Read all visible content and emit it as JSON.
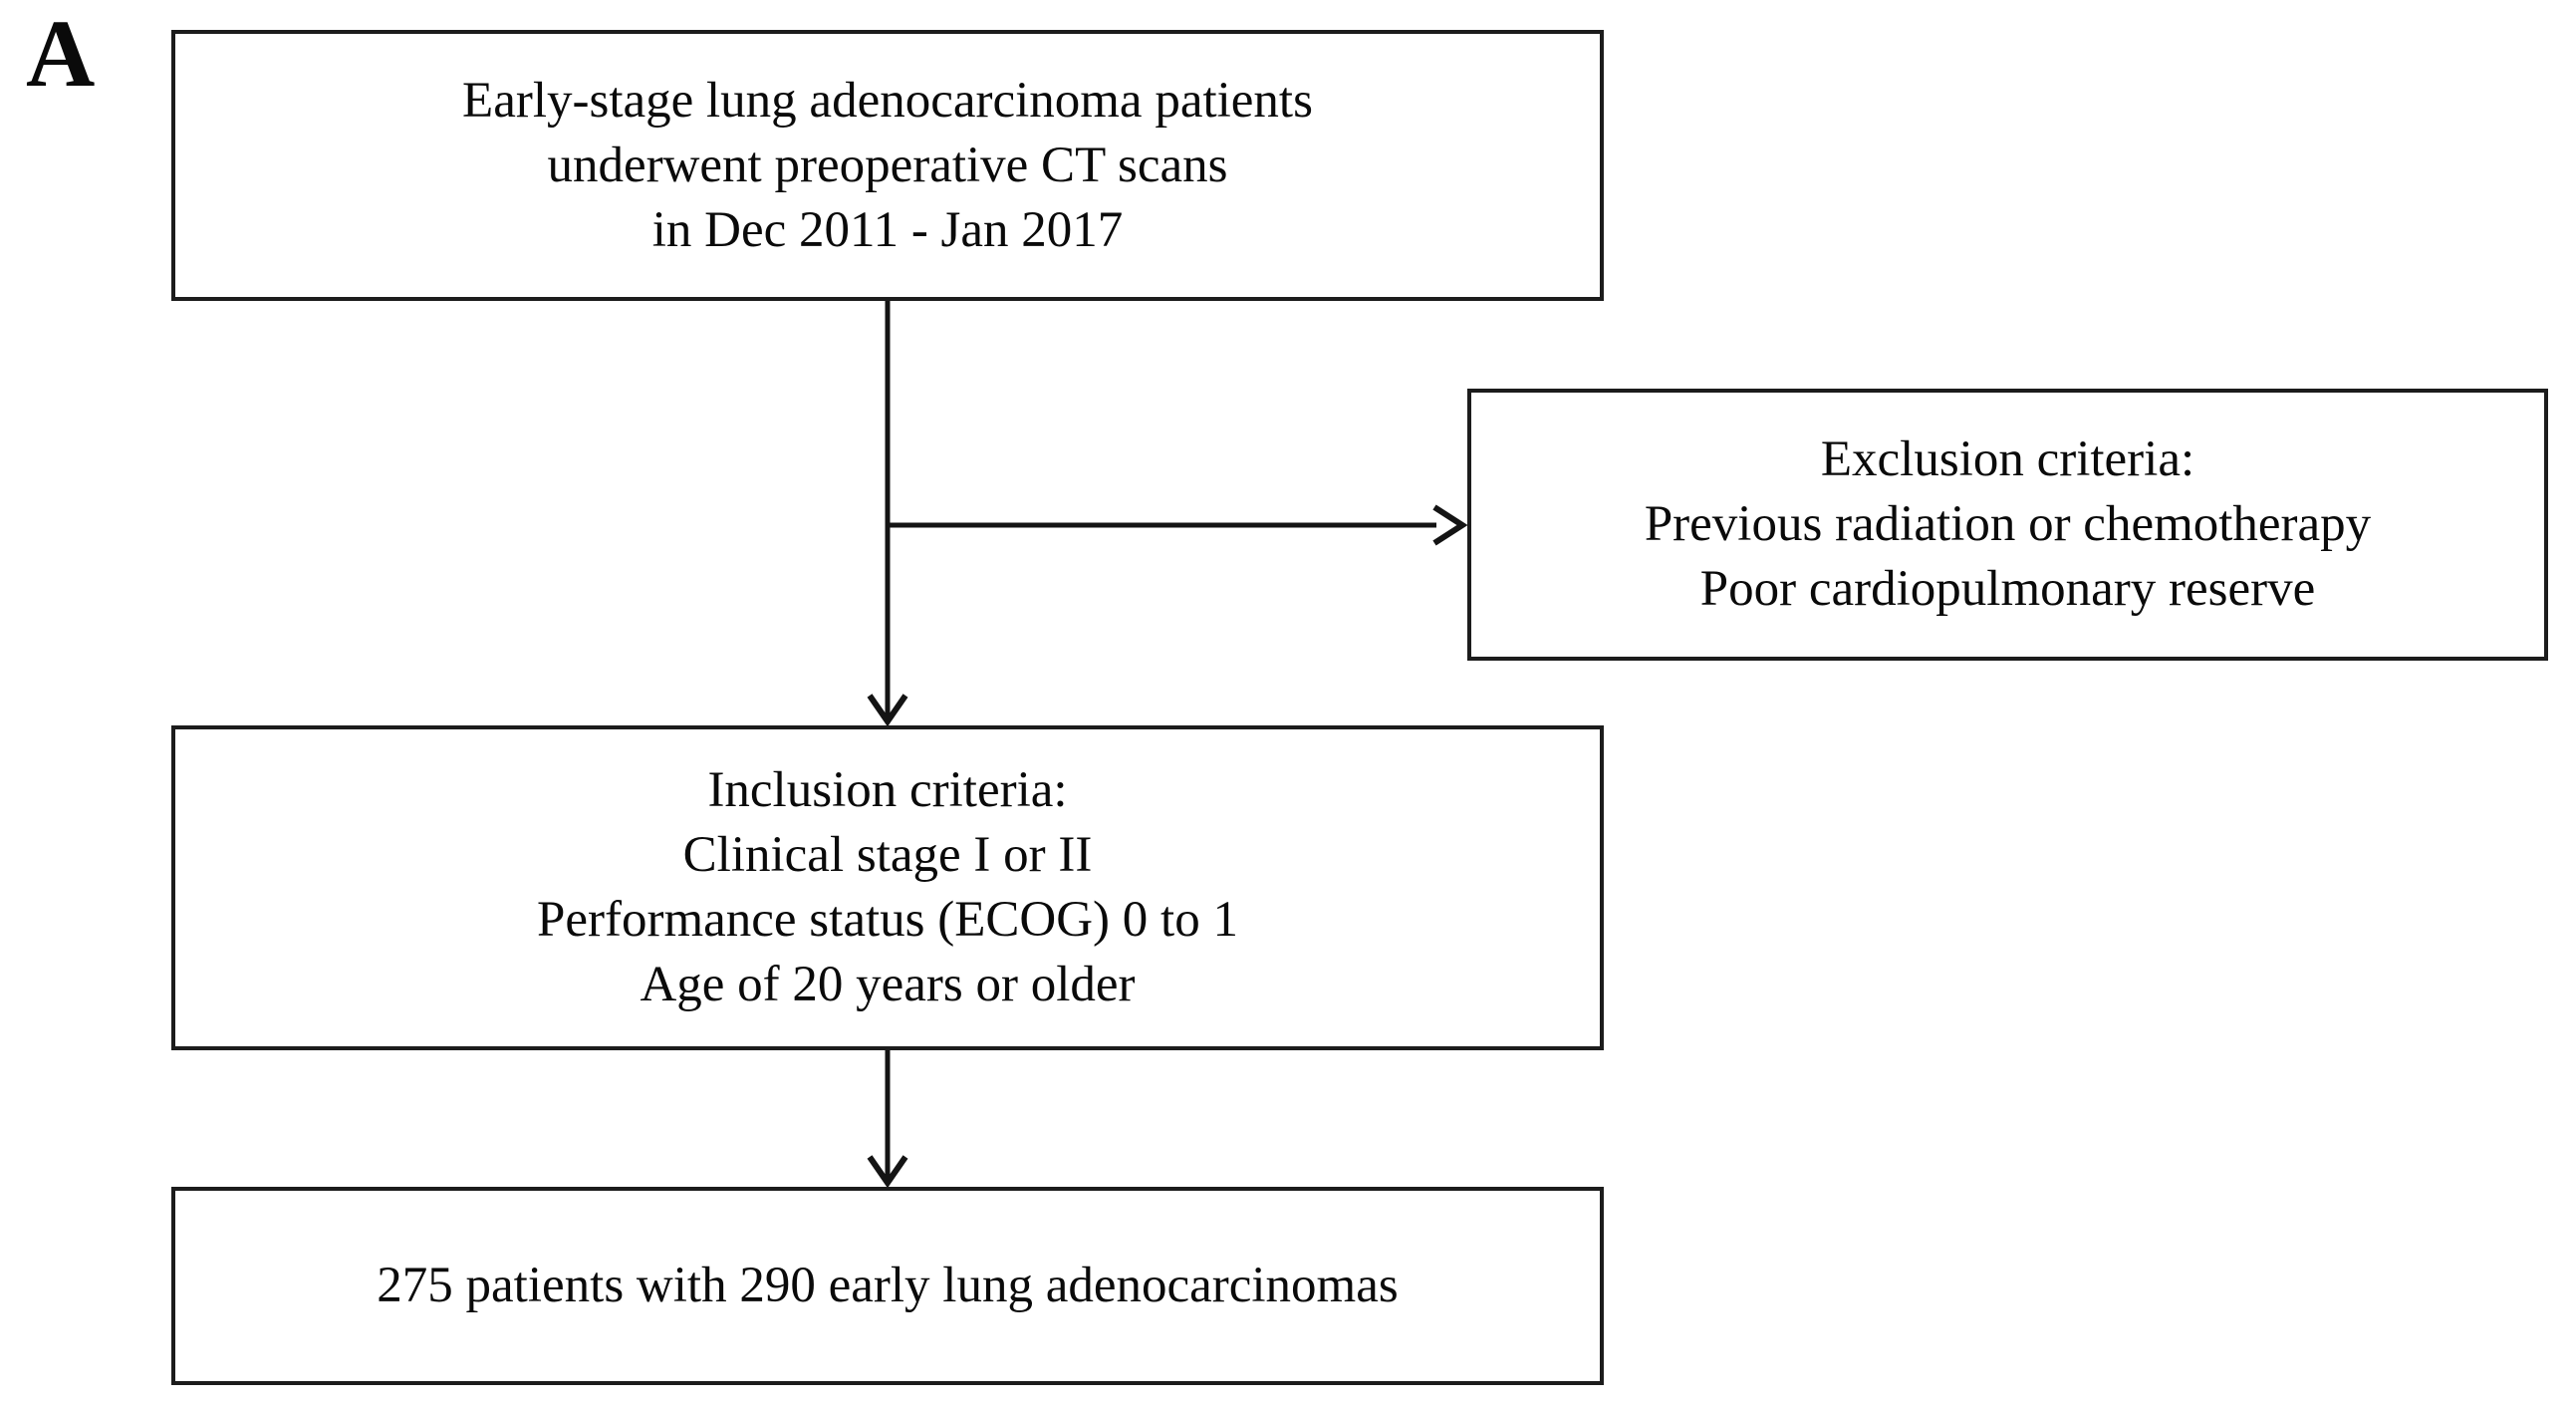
{
  "figure": {
    "panel_label": "A",
    "colors": {
      "background": "#ffffff",
      "border": "#1c1c1c",
      "text": "#0a0a0a",
      "arrow": "#141414"
    },
    "boxes": {
      "source": {
        "lines": [
          "Early-stage lung adenocarcinoma patients",
          "underwent preoperative CT scans",
          "in Dec 2011 - Jan 2017"
        ]
      },
      "exclusion": {
        "lines": [
          "Exclusion criteria:",
          "Previous radiation or chemotherapy",
          "Poor cardiopulmonary reserve"
        ]
      },
      "inclusion": {
        "lines": [
          "Inclusion criteria:",
          "Clinical stage I or II",
          "Performance status (ECOG) 0 to 1",
          "Age of 20 years or older"
        ]
      },
      "result": {
        "lines": [
          "275 patients with 290 early lung adenocarcinomas"
        ]
      }
    }
  }
}
